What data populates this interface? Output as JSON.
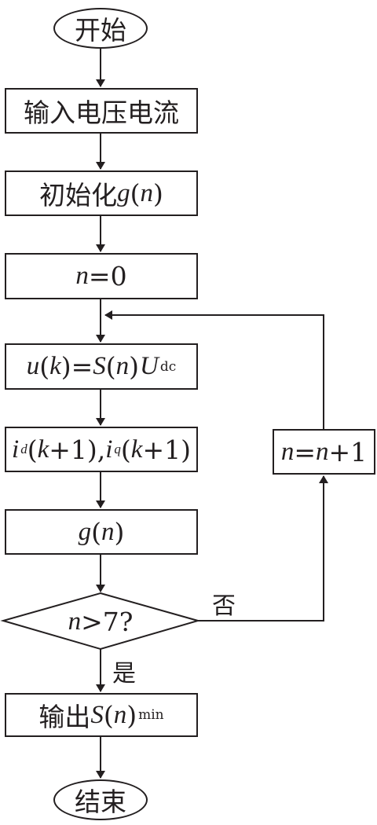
{
  "nodes": {
    "start": "开始",
    "input": "输入电压电流",
    "init": {
      "text": "初始化",
      "g": "g",
      "n": "n"
    },
    "n_zero": {
      "n": "n",
      "eq": "=0"
    },
    "u_eq": {
      "u": "u",
      "k": "k",
      "eq": ")=",
      "S": "S",
      "n": "n",
      "U": "U",
      "dc": "dc"
    },
    "i_eq": {
      "i": "i",
      "d": "d",
      "k": "k",
      "plus1": "+1),",
      "i2": "i",
      "q": "q",
      "k2": "k",
      "plus2": "+1)"
    },
    "g_n": {
      "g": "g",
      "n": "n"
    },
    "decision": {
      "n": "n",
      "cond": ">7?"
    },
    "n_inc": {
      "n1": "n",
      "eq": "=",
      "n2": "n",
      "plus": "+1"
    },
    "output": {
      "text": "输出",
      "S": "S",
      "n": "n",
      "min": "min"
    },
    "end": "结束"
  },
  "edge_labels": {
    "no": "否",
    "yes": "是"
  }
}
